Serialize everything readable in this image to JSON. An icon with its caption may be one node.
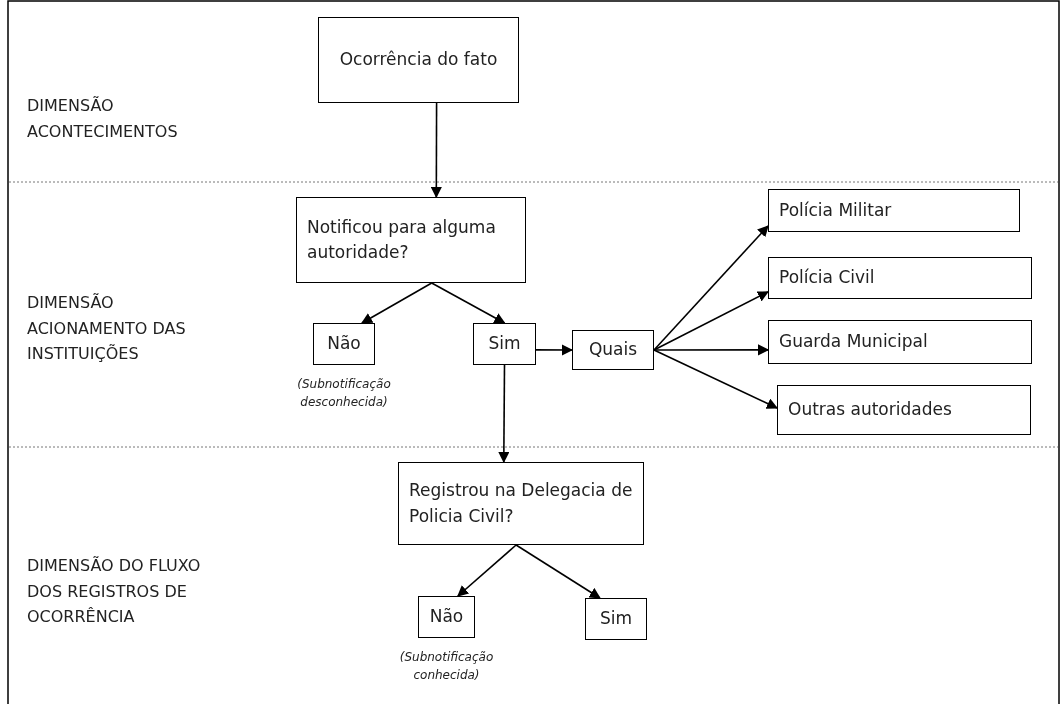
{
  "diagram": {
    "nodes": [
      {
        "text": [
          "Ocorrência do fato"
        ]
      },
      {
        "text": [
          "Notificou para alguma autoridade?"
        ]
      },
      {
        "text": [
          "Não"
        ],
        "beside": [
          "(Subnotificação desconhecida)"
        ]
      },
      {
        "text": [
          "Sim"
        ]
      },
      {
        "text": [
          "Quais"
        ]
      },
      {
        "text": [
          "Polícia Militar"
        ]
      },
      {
        "text": [
          "Polícia Civil"
        ]
      },
      {
        "text": [
          "Guarda Municipal"
        ]
      },
      {
        "text": [
          "Outras autoridades"
        ]
      },
      {
        "text": [
          "Registrou na Delegacia de Policia Civil?"
        ]
      },
      {
        "text": [
          "Não"
        ],
        "beside": [
          "(Subnotificação conhecida)"
        ]
      },
      {
        "text": [
          "Sim"
        ]
      }
    ],
    "edges": [
      {
        "from": 0,
        "to": 1,
        "arrow": "to"
      },
      {
        "from": 1,
        "to": 2,
        "arrow": "to"
      },
      {
        "from": 1,
        "to": 3,
        "arrow": "to"
      },
      {
        "from": 3,
        "to": 4,
        "arrow": "to"
      },
      {
        "from": 4,
        "to": 5,
        "arrow": "to"
      },
      {
        "from": 4,
        "to": 6,
        "arrow": "to"
      },
      {
        "from": 4,
        "to": 7,
        "arrow": "to"
      },
      {
        "from": 4,
        "to": 8,
        "arrow": "to"
      },
      {
        "from": 3,
        "to": 9,
        "arrow": "to"
      },
      {
        "from": 9,
        "to": 10,
        "arrow": "to"
      },
      {
        "from": 9,
        "to": 11,
        "arrow": "to"
      }
    ],
    "labels": [
      "DIMENSÃO ACONTECIMENTOS",
      "DIMENSÃO ACIONAMENTO DAS INSTITUIÇÕES",
      "DIMENSÃO DO FLUXO DOS REGISTROS DE OCORRÊNCIA"
    ]
  }
}
